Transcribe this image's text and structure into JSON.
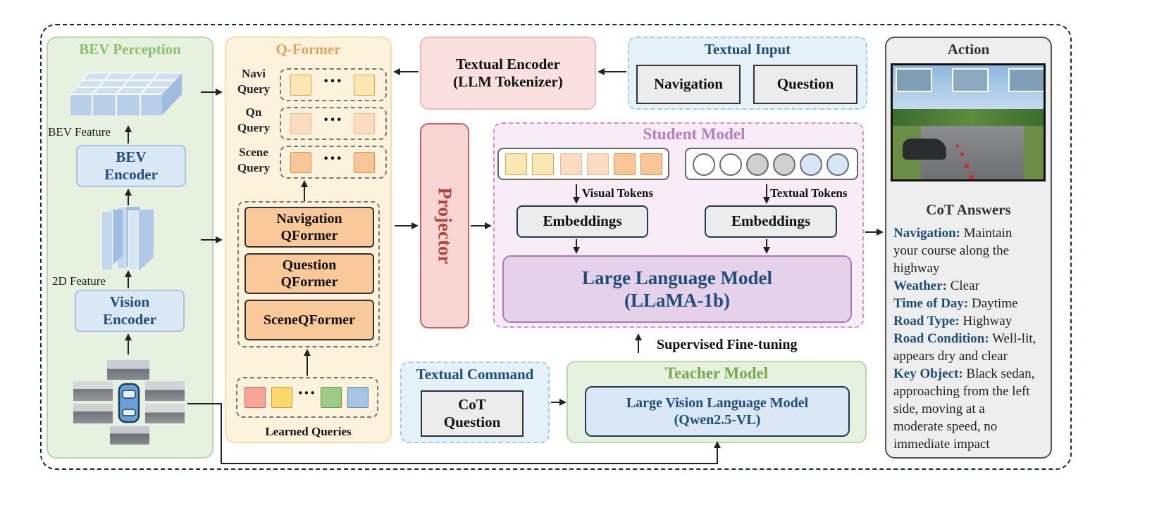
{
  "bev_perception": {
    "title": "BEV Perception",
    "bev_feature_label": "BEV Feature",
    "bev_encoder_label": "BEV\nEncoder",
    "feature_2d_label": "2D Feature",
    "vision_encoder_label": "Vision\nEncoder"
  },
  "qformer": {
    "title": "Q-Former",
    "queries": [
      {
        "label": "Navi\nQuery",
        "colors": [
          "#fbe6b4",
          "#fbe6b4"
        ]
      },
      {
        "label": "Qn\nQuery",
        "colors": [
          "#fbdcc0",
          "#fbdcc0"
        ]
      },
      {
        "label": "Scene\nQuery",
        "colors": [
          "#f7c596",
          "#f7c596"
        ]
      }
    ],
    "ellipsis": "···",
    "navigation_qformer": "Navigation\nQFormer",
    "question_qformer": "Question\nQFormer",
    "scene_qformer": "SceneQFormer",
    "learned_queries_label": "Learned Queries",
    "learned_query_colors": [
      "#f7a49a",
      "#fbd86b",
      "#9ccc88",
      "#a7c4e5"
    ]
  },
  "textual_encoder": {
    "label": "Textual Encoder\n(LLM Tokenizer)"
  },
  "textual_input": {
    "title": "Textual Input",
    "navigation": "Navigation",
    "question": "Question"
  },
  "projector": {
    "label": "Projector"
  },
  "student_model": {
    "title": "Student Model",
    "visual_token_colors": [
      "#fbe6b4",
      "#fbe6b4",
      "#fbdcc0",
      "#fbdcc0",
      "#f7c596",
      "#f7c596"
    ],
    "textual_token_colors": [
      "#ffffff",
      "#ffffff",
      "#cfcfcf",
      "#cfcfcf",
      "#d6e6f7",
      "#d6e6f7"
    ],
    "visual_tokens_label": "Visual Tokens",
    "textual_tokens_label": "Textual Tokens",
    "embeddings_left": "Embeddings",
    "embeddings_right": "Embeddings",
    "llm_label": "Large Language Model\n(LLaMA-1b)"
  },
  "supervised_label": "Supervised Fine-tuning",
  "textual_command": {
    "title": "Textual Command",
    "label": "CoT\nQuestion"
  },
  "teacher_model": {
    "title": "Teacher Model",
    "label": "Large Vision Language Model\n(Qwen2.5-VL)"
  },
  "action": {
    "title": "Action",
    "cot_title": "CoT Answers",
    "answers": [
      {
        "key": "Navigation:",
        "value": " Maintain",
        "cont": [
          "your course along the",
          "highway"
        ]
      },
      {
        "key": "Weather:",
        "value": " Clear",
        "cont": []
      },
      {
        "key": "Time of Day:",
        "value": " Daytime",
        "cont": []
      },
      {
        "key": "Road Type:",
        "value": " Highway",
        "cont": []
      },
      {
        "key": "Road Condition:",
        "value": " Well-lit,",
        "cont": [
          "appears dry and clear"
        ]
      },
      {
        "key": "Key Object:",
        "value": " Black sedan,",
        "cont": [
          "approaching from the left",
          "side, moving at a",
          "moderate speed, no",
          "immediate impact"
        ]
      }
    ]
  },
  "colors": {
    "green_title": "#8dc06a",
    "orange_title": "#e2a45c",
    "blue_text": "#1f4e79",
    "purple_title": "#b57fbd",
    "teacher_title": "#74a94f",
    "projector_text": "#b3453e"
  }
}
